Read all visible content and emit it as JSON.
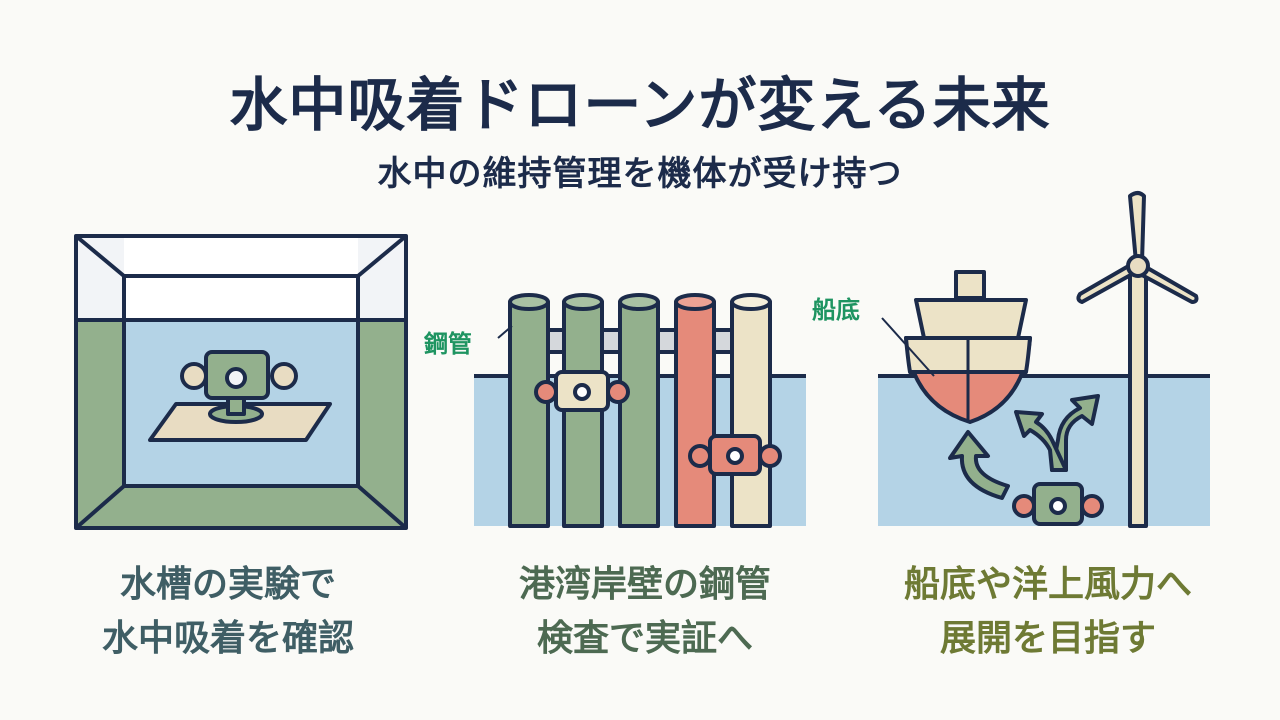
{
  "header": {
    "title": "水中吸着ドローンが変える未来",
    "subtitle": "水中の維持管理を機体が受け持つ"
  },
  "panels": [
    {
      "caption_line1": "水槽の実験で",
      "caption_line2": "水中吸着を確認"
    },
    {
      "caption_line1": "港湾岸壁の鋼管",
      "caption_line2": "検査で実証へ",
      "label": "鋼管"
    },
    {
      "caption_line1": "船底や洋上風力へ",
      "caption_line2": "展開を目指す",
      "label": "船底"
    }
  ],
  "colors": {
    "navy": "#1c2b4a",
    "water": "#b4d3e6",
    "green": "#93b08d",
    "salmon": "#e58a7a",
    "cream": "#ece3c7"
  }
}
